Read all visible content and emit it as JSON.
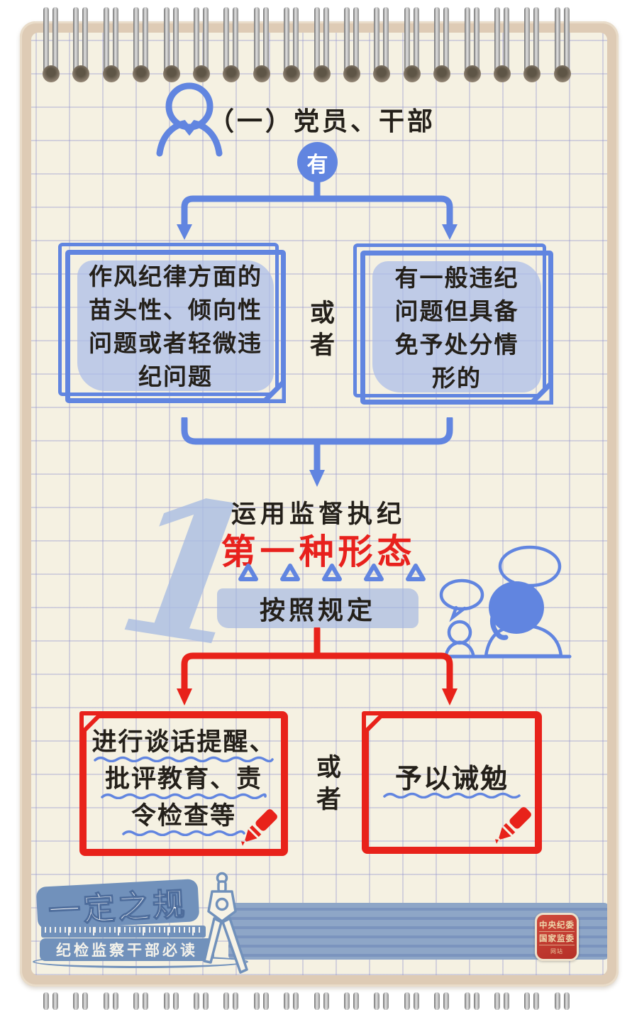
{
  "binding": {
    "ring_count": 18
  },
  "colors": {
    "ink_blue": "#6185e0",
    "ink_red": "#e8221a",
    "banner_blue": "#7191bb",
    "seal_red": "#c23b31",
    "paper": "#f5f1e2",
    "cover_tan": "#decbb5"
  },
  "header": {
    "title": "（一）党员、干部",
    "node_label": "有"
  },
  "branch1": {
    "left_box": {
      "lines": [
        "作风纪律方面的",
        "苗头性、倾向性",
        "问题或者轻微违",
        "纪问题"
      ]
    },
    "or_label": "或者",
    "right_box": {
      "lines": [
        "有一般违纪",
        "问题但具备",
        "免予处分情",
        "形的"
      ]
    }
  },
  "middle": {
    "subtitle": "运用监督执纪",
    "title": "第一种形态",
    "watermark": "1",
    "action": "按照规定"
  },
  "branch2": {
    "left_box": {
      "lines": [
        "进行谈话提醒、",
        "批评教育、责",
        "令检查等"
      ]
    },
    "or_label": "或者",
    "right_box": {
      "lines": [
        "予以诫勉"
      ]
    }
  },
  "footer": {
    "brand_title": "一定之规",
    "brand_subtitle": "纪检监察干部必读",
    "seal": {
      "line1": "中央纪委",
      "line2": "国家监委",
      "line3": "网站"
    }
  }
}
